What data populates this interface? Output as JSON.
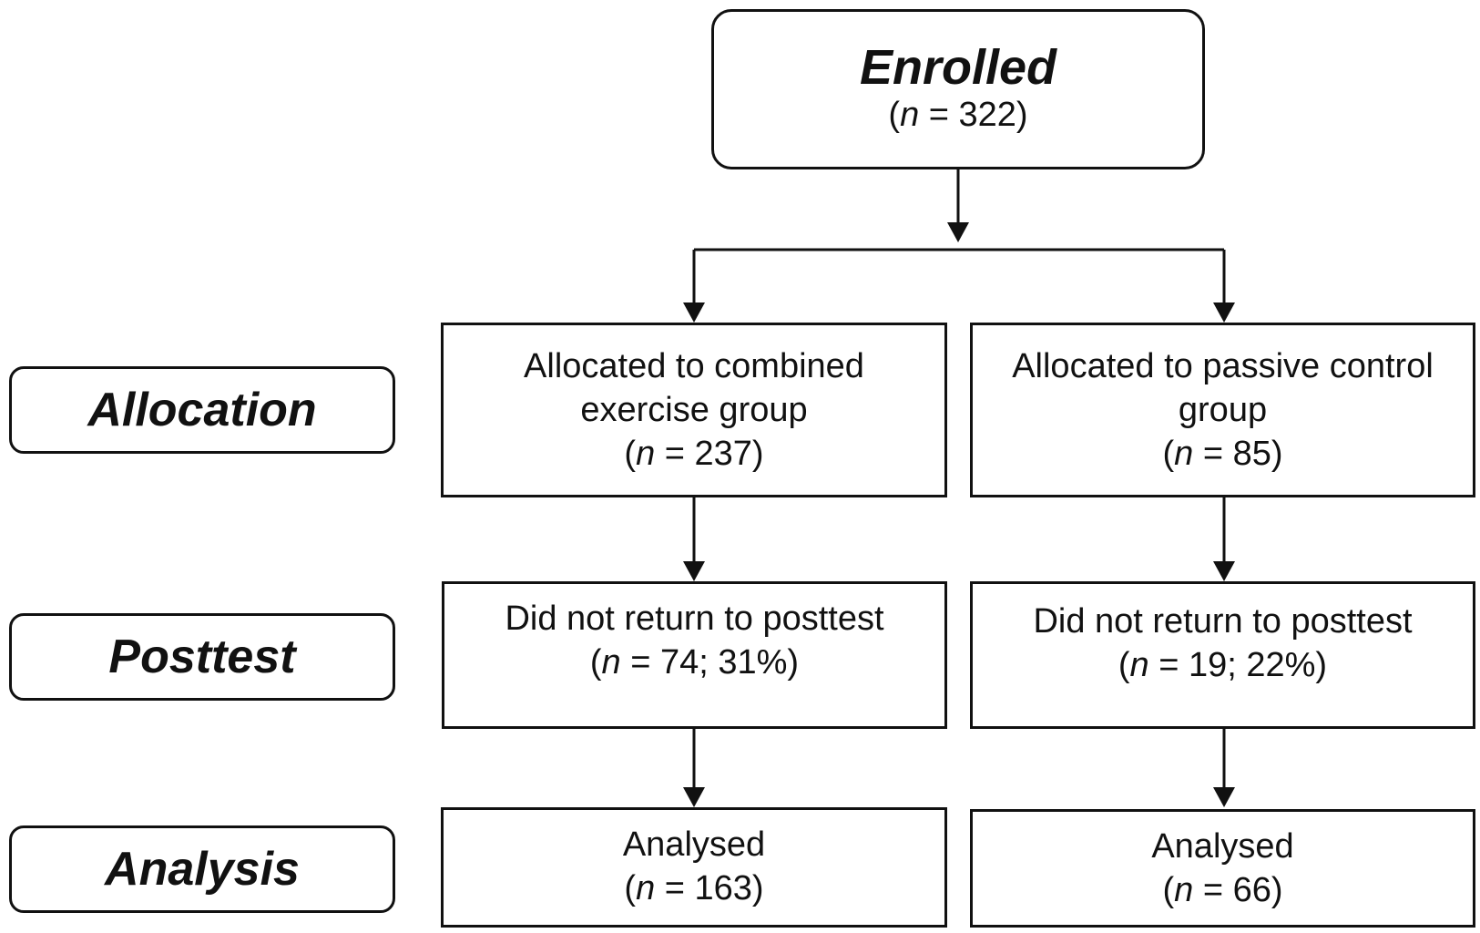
{
  "enrolled": {
    "title": "Enrolled",
    "n_symbol": "n",
    "n_value": " = 322)"
  },
  "stages": {
    "allocation": "Allocation",
    "posttest": "Posttest",
    "analysis": "Analysis"
  },
  "groups": {
    "left": {
      "allocation_text": "Allocated to combined\nexercise group",
      "allocation_n": " = 237)",
      "posttest_text": "Did not return to posttest",
      "posttest_n": " = 74; 31%)",
      "analysis_text": "Analysed",
      "analysis_n": " = 163)"
    },
    "right": {
      "allocation_text": "Allocated to passive control\ngroup",
      "allocation_n": " = 85)",
      "posttest_text": "Did not return to posttest",
      "posttest_n": " = 19; 22%)",
      "analysis_text": "Analysed",
      "analysis_n": " = 66)"
    }
  },
  "n_open": "(",
  "n_symbol": "n",
  "colors": {
    "stroke": "#111111",
    "background": "#ffffff"
  }
}
